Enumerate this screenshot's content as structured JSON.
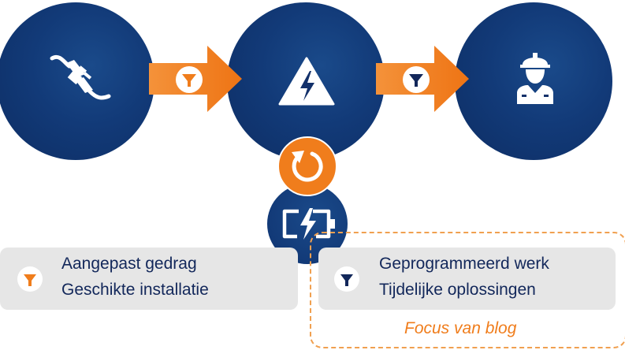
{
  "nodes": [
    {
      "icon": "plug-icon"
    },
    {
      "icon": "high-voltage-icon"
    },
    {
      "icon": "worker-icon"
    },
    {
      "icon": "battery-charging-icon"
    }
  ],
  "connectors": [
    {
      "icon": "filter-icon",
      "icon_color": "#f07d1c"
    },
    {
      "icon": "filter-icon",
      "icon_color": "#12275a"
    }
  ],
  "restart_icon": "refresh-icon",
  "boxes": {
    "left": {
      "filter_icon": "filter-icon",
      "filter_color": "#f07d1c",
      "line1": "Aangepast gedrag",
      "line2": "Geschikte installatie"
    },
    "right": {
      "filter_icon": "filter-icon",
      "filter_color": "#12275a",
      "line1": "Geprogrammeerd werk",
      "line2": "Tijdelijke oplossingen"
    }
  },
  "focus": {
    "label": "Focus van blog"
  },
  "colors": {
    "navy": "#12275a",
    "circle": "#123a78",
    "orange": "#f07d1c",
    "box_bg": "#e6e6e6",
    "dash": "#f0a050"
  }
}
